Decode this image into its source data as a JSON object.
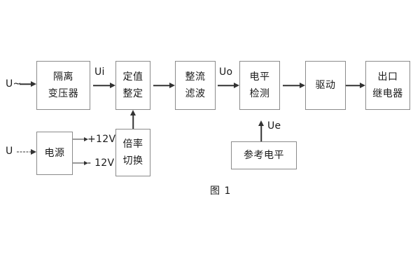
{
  "figure": {
    "caption": "图 1",
    "background": "#ffffff",
    "line_color": "#8a8a8a",
    "arrow_color": "#333333",
    "text_color": "#1a1a1a"
  },
  "blocks": [
    {
      "id": "isolation-transformer",
      "lines": [
        "隔离",
        "变压器"
      ]
    },
    {
      "id": "setting-value",
      "lines": [
        "定值",
        "整定"
      ]
    },
    {
      "id": "rectify-filter",
      "lines": [
        "整流",
        "滤波"
      ]
    },
    {
      "id": "level-detection",
      "lines": [
        "电平",
        "检测"
      ]
    },
    {
      "id": "drive",
      "lines": [
        "驱动"
      ]
    },
    {
      "id": "output-relay",
      "lines": [
        "出口",
        "继电器"
      ]
    },
    {
      "id": "power-supply",
      "lines": [
        "电源"
      ]
    },
    {
      "id": "multiplier-switch",
      "lines": [
        "倍率",
        "切换"
      ]
    },
    {
      "id": "reference-level",
      "lines": [
        "参考电平"
      ]
    }
  ],
  "labels": {
    "input_ac": "U~",
    "input_dc": "U",
    "ui": "Ui",
    "uo": "Uo",
    "ue": "Ue",
    "plus_12v": "+12V",
    "minus_12v": "- 12V"
  }
}
